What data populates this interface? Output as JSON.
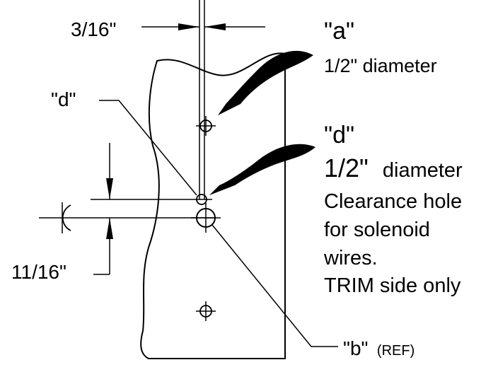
{
  "dimensions": {
    "top": "3/16\"",
    "left": "11/16\""
  },
  "callouts": {
    "a": {
      "tag": "\"a\"",
      "size": "1/2\" diameter"
    },
    "d_left": {
      "tag": "\"d\""
    },
    "d": {
      "tag": "\"d\"",
      "size": "1/2\"",
      "size_suffix": "diameter",
      "note_lines": [
        "Clearance hole",
        "for solenoid",
        "wires.",
        "TRIM side only"
      ]
    },
    "b": {
      "tag": "\"b\"",
      "ref": "(REF)"
    }
  },
  "icons": {
    "hole_marker": "crosshair-circle-icon",
    "centerline_symbol": "centerline-icon",
    "leader_arrow": "curved-arrow-icon"
  },
  "colors": {
    "ink": "#000000",
    "background": "#ffffff"
  }
}
